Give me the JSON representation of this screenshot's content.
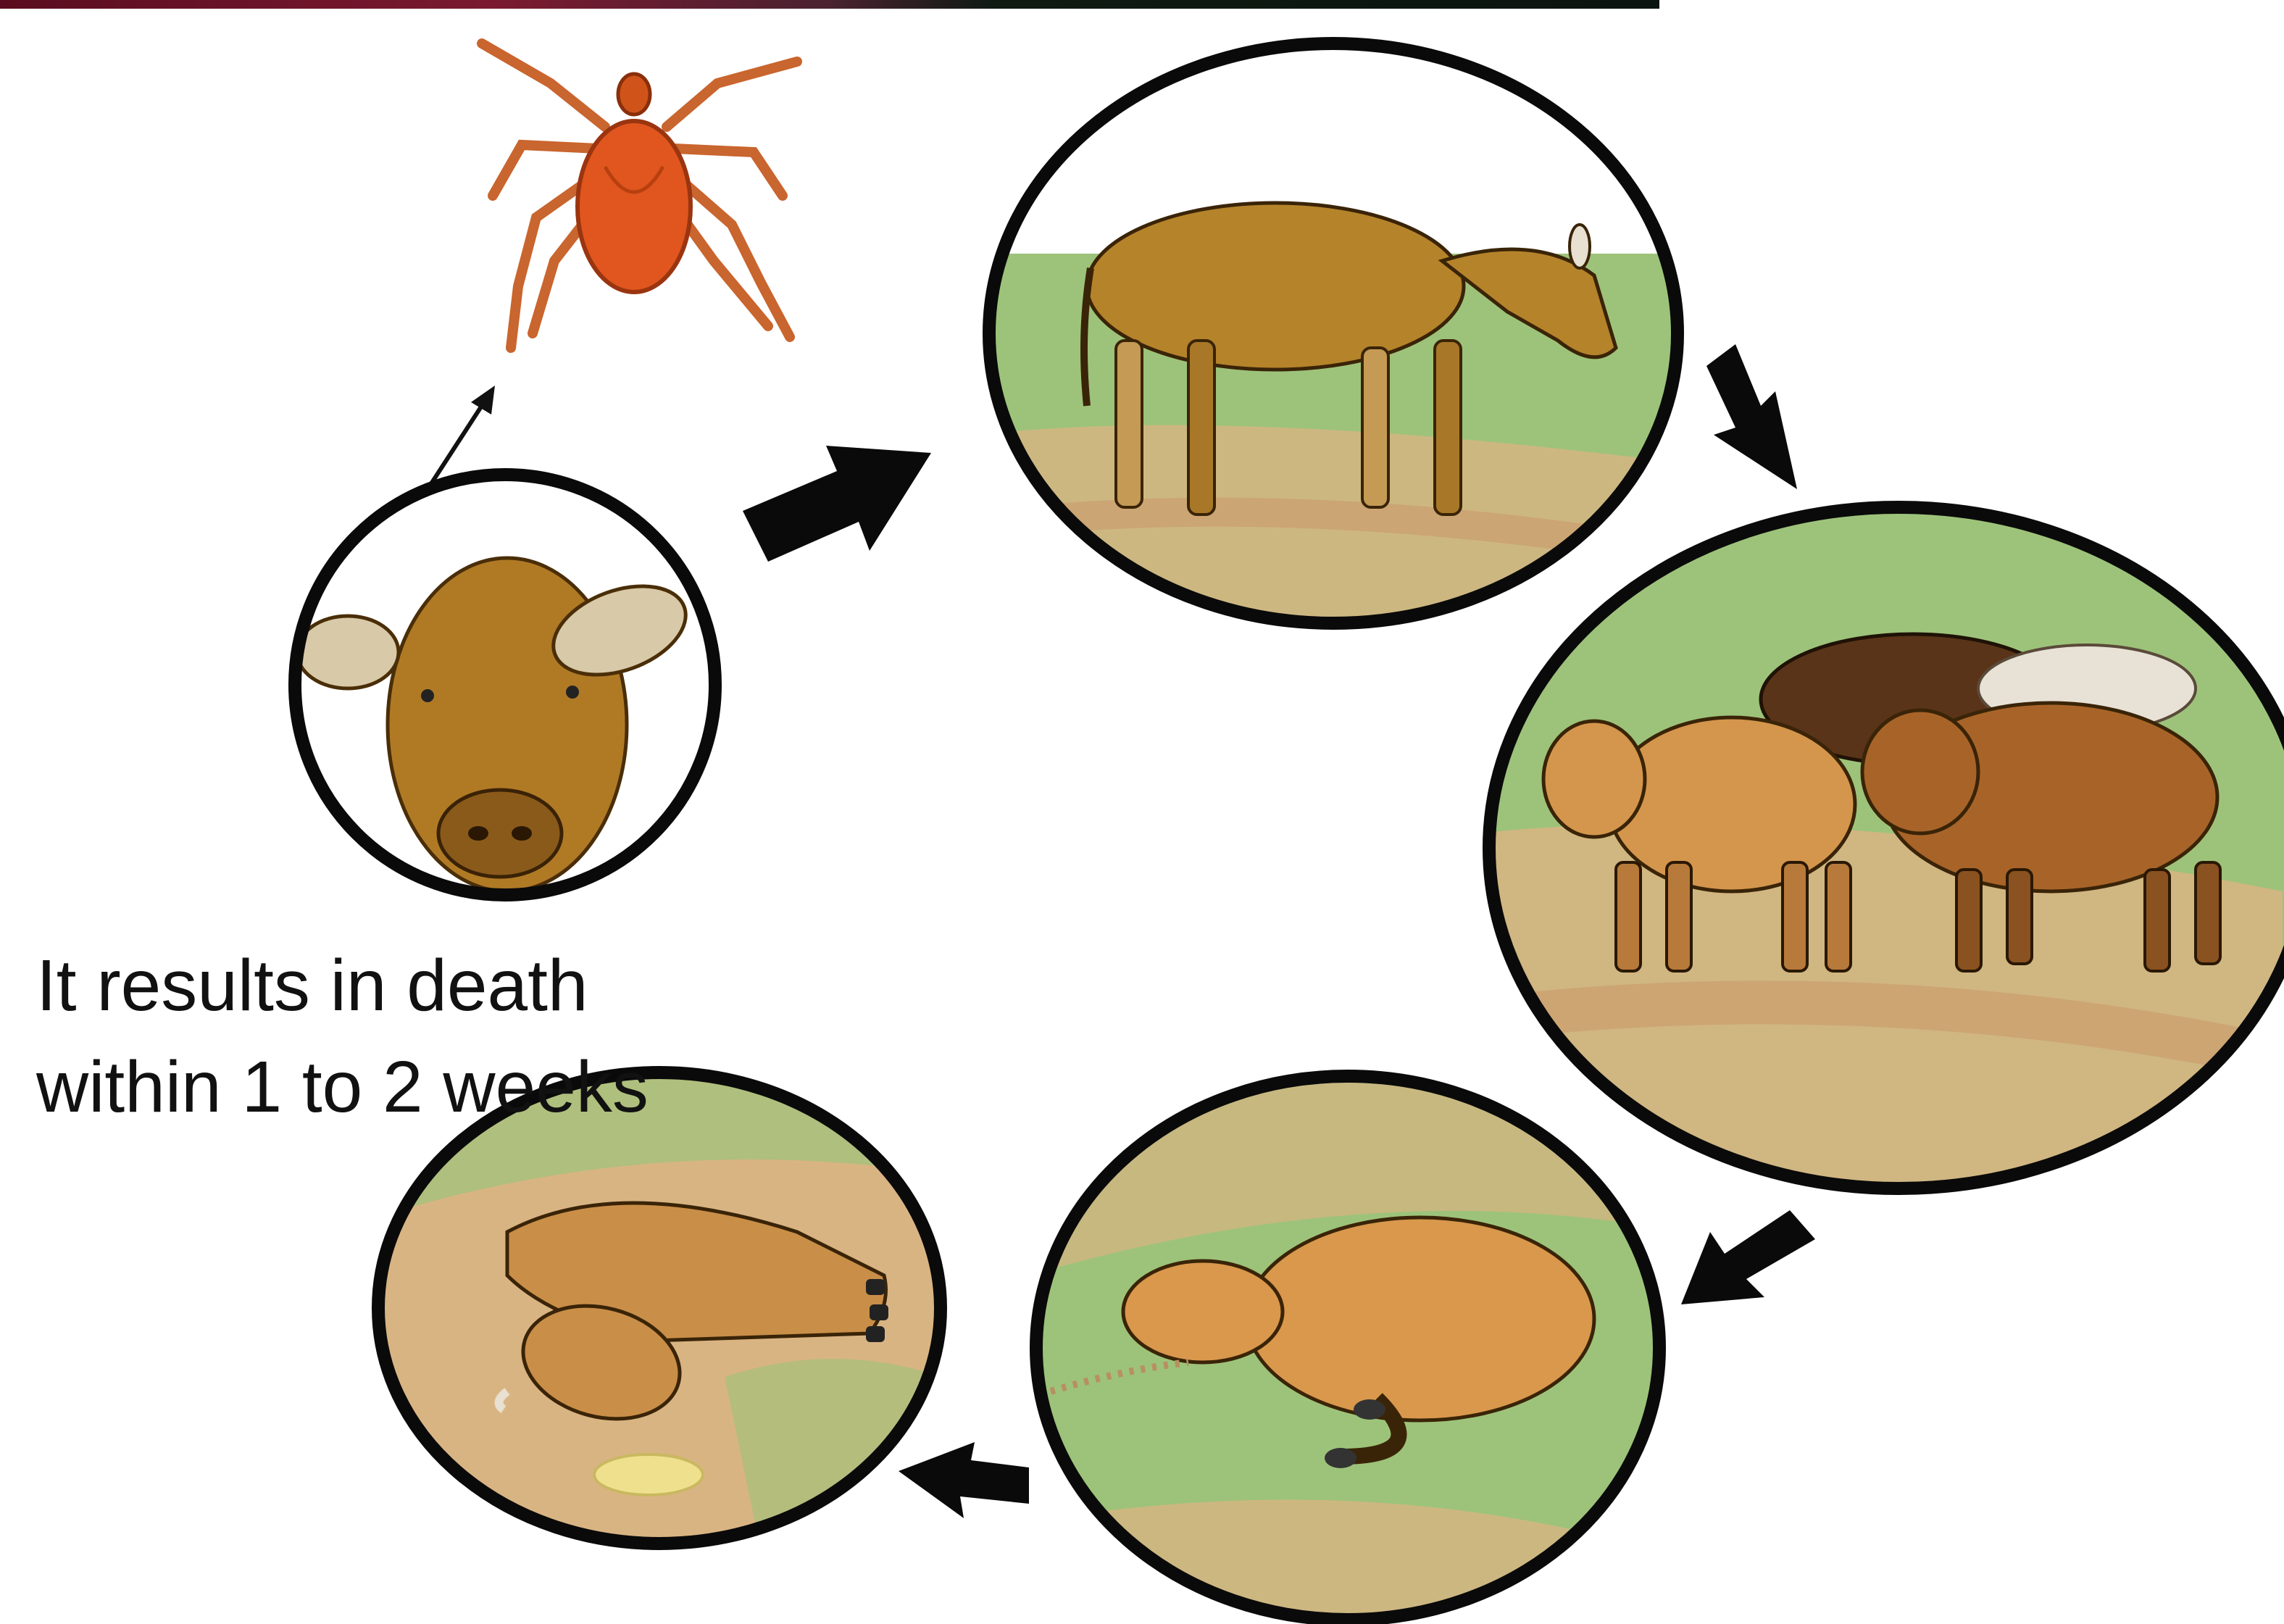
{
  "caption": {
    "text": "It results in death within 1 to 2 weeks"
  },
  "colors": {
    "header_bar": "#5a0d20",
    "tick_body": "#e0561e",
    "cow_coat": "#b5832a",
    "grass": "#9dc37a",
    "soil": "#d9b483",
    "outline": "#111111"
  },
  "stages": [
    {
      "name": "infested-cow",
      "icons": [
        "cow-head-icon",
        "tick-icon"
      ]
    },
    {
      "name": "cow-walking-thin",
      "icons": [
        "cow-walking-icon"
      ]
    },
    {
      "name": "cow-separated-from-herd",
      "icons": [
        "herd-icon"
      ]
    },
    {
      "name": "cow-lying-down",
      "icons": [
        "cow-lying-icon"
      ]
    },
    {
      "name": "cow-collapsed-dying",
      "icons": [
        "cow-collapsed-icon"
      ]
    }
  ]
}
